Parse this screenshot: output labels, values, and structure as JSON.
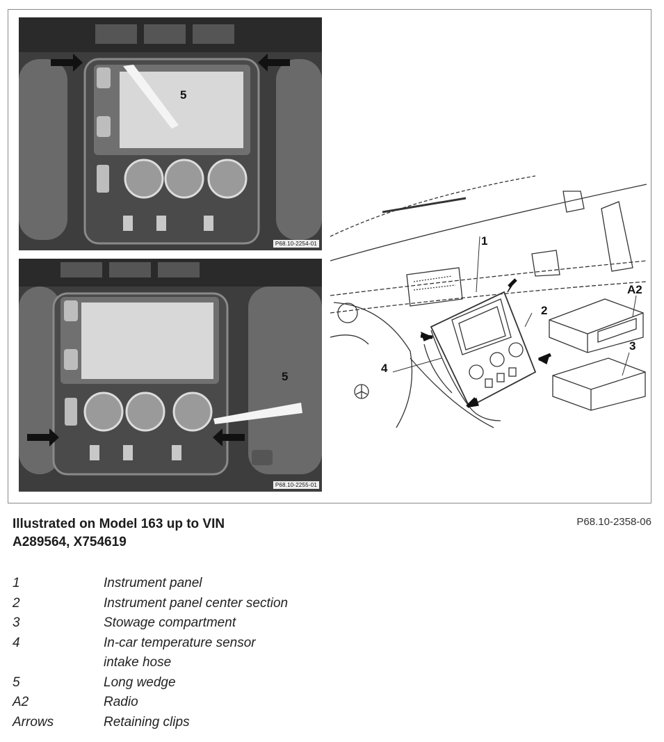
{
  "figure": {
    "photo_top_code": "P68.10-2254-01",
    "photo_bottom_code": "P68.10-2255-01",
    "photo_top_label": "5",
    "photo_bottom_label": "5",
    "diagram_labels": {
      "one": "1",
      "two": "2",
      "three": "3",
      "four": "4",
      "a2": "A2"
    },
    "figure_code": "P68.10-2358-06"
  },
  "caption": {
    "line1": "Illustrated on Model 163 up to VIN",
    "line2": "A289564, X754619"
  },
  "legend": [
    {
      "key": "1",
      "value": "Instrument panel"
    },
    {
      "key": "2",
      "value": "Instrument panel center section"
    },
    {
      "key": "3",
      "value": "Stowage compartment"
    },
    {
      "key": "4",
      "value": "In-car temperature sensor",
      "continuation": "intake hose"
    },
    {
      "key": "5",
      "value": "Long wedge"
    },
    {
      "key": "A2",
      "value": "Radio"
    },
    {
      "key": "Arrows",
      "value": "Retaining clips"
    }
  ]
}
